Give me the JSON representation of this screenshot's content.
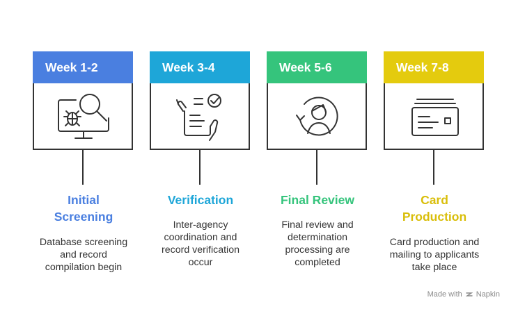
{
  "colors": {
    "step1": "#4a7fe0",
    "step2": "#1ea6d8",
    "step3": "#35c47c",
    "step4": "#e4cb0e",
    "stroke": "#333333"
  },
  "steps": [
    {
      "period": "Week 1-2",
      "title_line1": "Initial",
      "title_line2": "Screening",
      "desc_line1": "Database screening",
      "desc_line2": "and record",
      "desc_line3": "compilation begin",
      "icon": "screening-bug-monitor-icon"
    },
    {
      "period": "Week 3-4",
      "title_line1": "Verification",
      "title_line2": "",
      "desc_line1": "Inter-agency",
      "desc_line2": "coordination and",
      "desc_line3": "record verification",
      "desc_line4": "occur",
      "icon": "document-checklist-icon"
    },
    {
      "period": "Week 5-6",
      "title_line1": "Final Review",
      "title_line2": "",
      "desc_line1": "Final review and",
      "desc_line2": "determination",
      "desc_line3": "processing are",
      "desc_line4": "completed",
      "icon": "person-review-cycle-icon"
    },
    {
      "period": "Week 7-8",
      "title_line1": "Card",
      "title_line2": "Production",
      "desc_line1": "Card production and",
      "desc_line2": "mailing to applicants",
      "desc_line3": "take place",
      "icon": "id-card-stack-icon"
    }
  ],
  "footer": {
    "made_with": "Made with",
    "brand": "Napkin"
  }
}
